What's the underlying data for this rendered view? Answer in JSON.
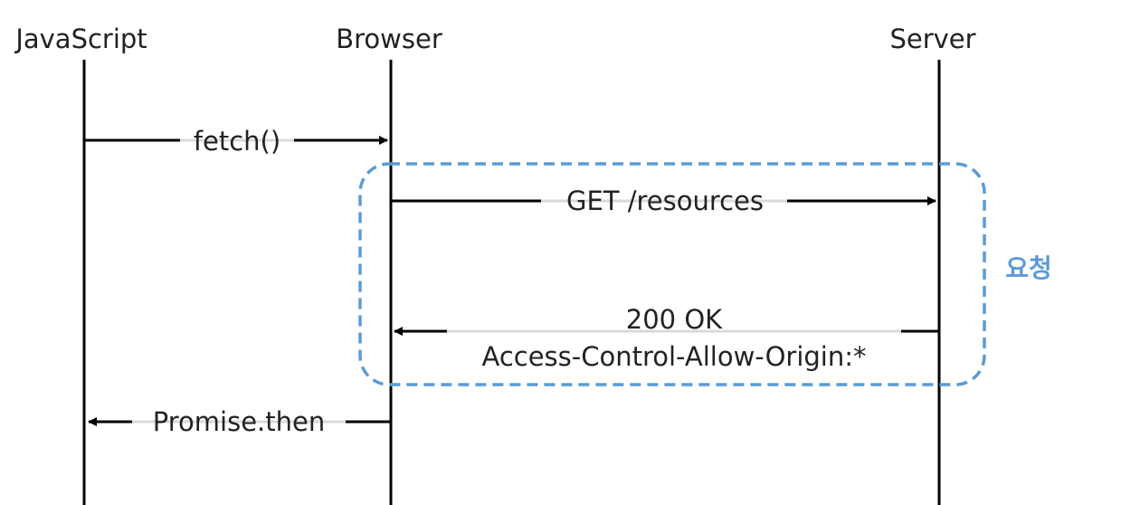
{
  "participants": {
    "javascript": "JavaScript",
    "browser": "Browser",
    "server": "Server"
  },
  "messages": {
    "fetch": "fetch()",
    "get_request": "GET /resources",
    "response_status": "200 OK",
    "response_header": "Access-Control-Allow-Origin:*",
    "promise": "Promise.then"
  },
  "group": {
    "label": "요청",
    "color": "#5b9bd5"
  },
  "colors": {
    "line": "#000000",
    "label_underline": "#d9d9d9"
  }
}
